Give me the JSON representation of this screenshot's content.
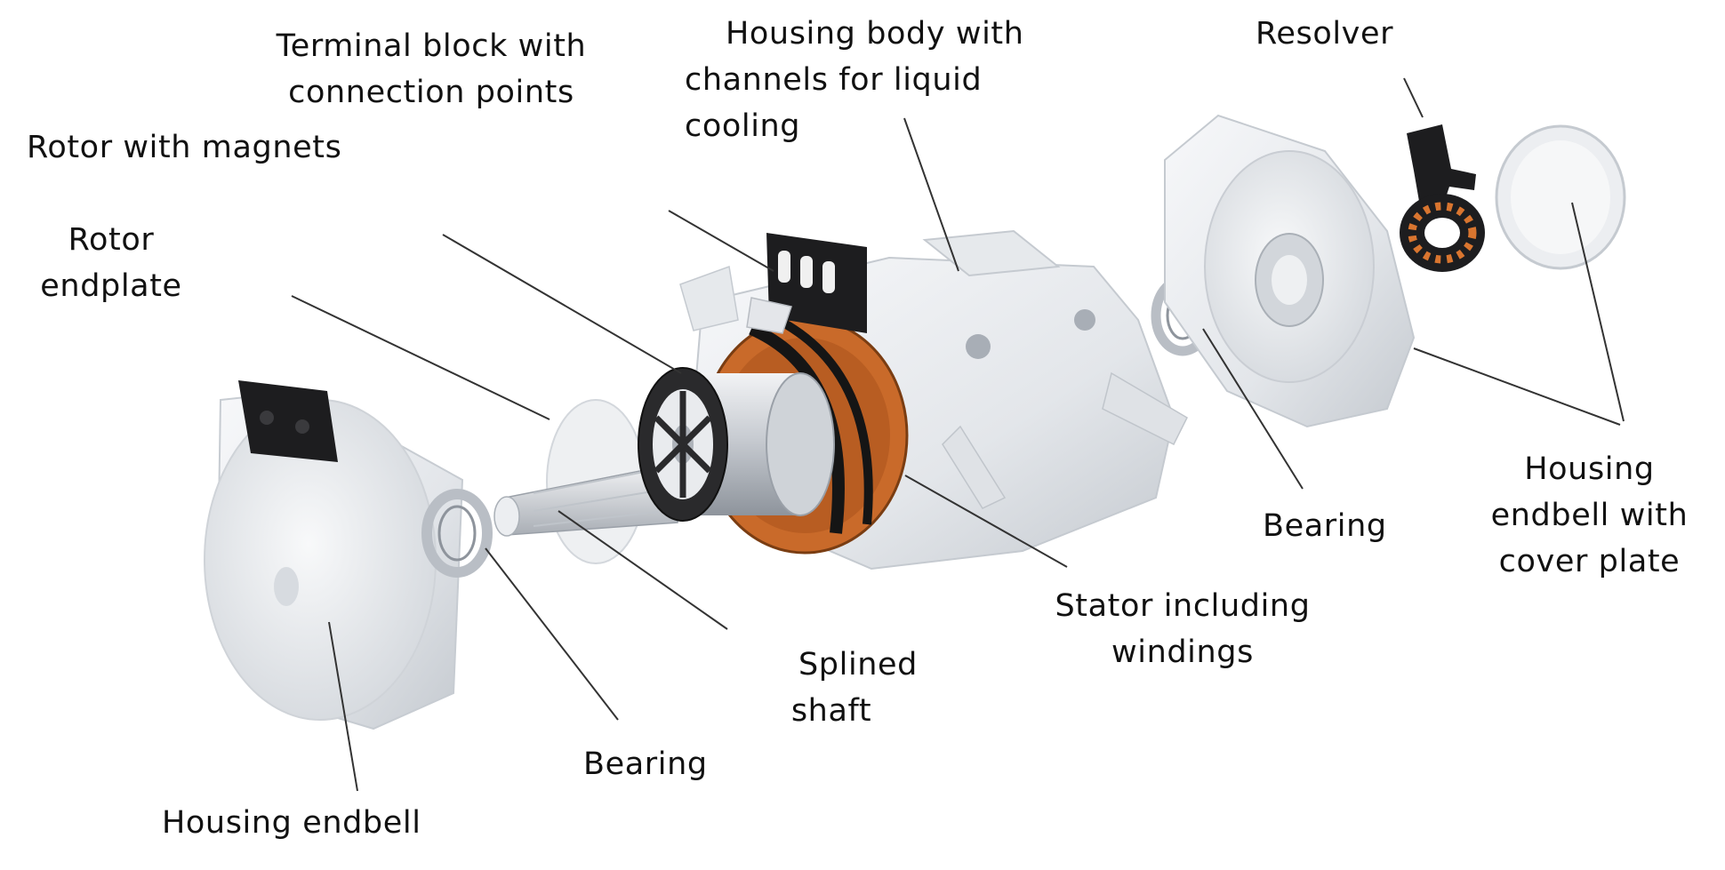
{
  "colors": {
    "label_text": "#111111",
    "leader_line": "#333333",
    "housing_metal": "#e9ebee",
    "housing_shade": "#c9cdd3",
    "copper_winding": "#c96a2a",
    "black_parts": "#1d1d1f",
    "background": "#ffffff"
  },
  "labels": {
    "terminal_block": [
      "Terminal block with",
      "connection points"
    ],
    "housing_body": [
      "Housing body with",
      "channels for liquid",
      "cooling"
    ],
    "resolver": [
      "Resolver"
    ],
    "rotor_magnets": [
      "Rotor with magnets"
    ],
    "rotor_endplate": [
      "Rotor",
      "endplate"
    ],
    "housing_endbell_cover": [
      "Housing",
      "endbell with",
      "cover plate"
    ],
    "bearing_right": [
      "Bearing"
    ],
    "stator": [
      "Stator including",
      "windings"
    ],
    "splined_shaft": [
      "Splined",
      "shaft"
    ],
    "bearing_left": [
      "Bearing"
    ],
    "housing_endbell": [
      "Housing endbell"
    ]
  },
  "icons": {
    "housing_endbell_left": "endbell-disc-icon",
    "bearing_left": "ring-bearing-icon",
    "rotor_endplate": "disc-plate-icon",
    "splined_shaft": "shaft-icon",
    "rotor": "rotor-drum-icon",
    "stator": "stator-winding-icon",
    "housing_body": "motor-housing-icon",
    "terminal_block": "terminal-block-icon",
    "bearing_right": "ring-bearing-icon",
    "housing_endbell_right": "endbell-disc-icon",
    "resolver": "resolver-ring-icon",
    "cover_plate": "cover-plate-icon"
  }
}
